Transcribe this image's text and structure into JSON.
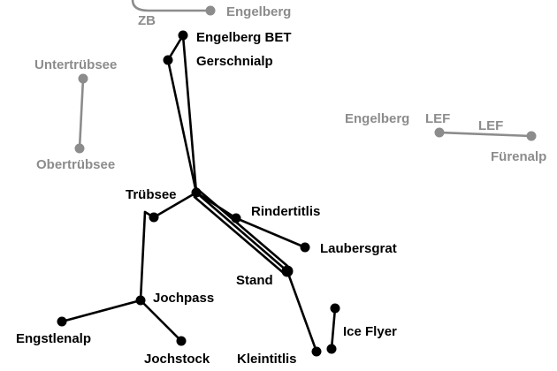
{
  "colors": {
    "active": "#000000",
    "inactive": "#8c8c8c",
    "background": "#ffffff"
  },
  "labels": {
    "zb": "ZB",
    "engelberg": "Engelberg",
    "engelberg_bet": "Engelberg BET",
    "gerschnialp": "Gerschnialp",
    "untertruebsee": "Untertrübsee",
    "obertruebsee": "Obertrübsee",
    "engelberg_lef": "Engelberg",
    "lef_suffix": "LEF",
    "lef_line": "LEF",
    "fuerenalp": "Fürenalp",
    "truebsee": "Trübsee",
    "rindertitlis": "Rindertitlis",
    "laubersgrat": "Laubersgrat",
    "stand": "Stand",
    "jochpass": "Jochpass",
    "engstlenalp": "Engstlenalp",
    "jochstock": "Jochstock",
    "kleintitlis": "Kleintitlis",
    "ice_flyer": "Ice Flyer"
  }
}
